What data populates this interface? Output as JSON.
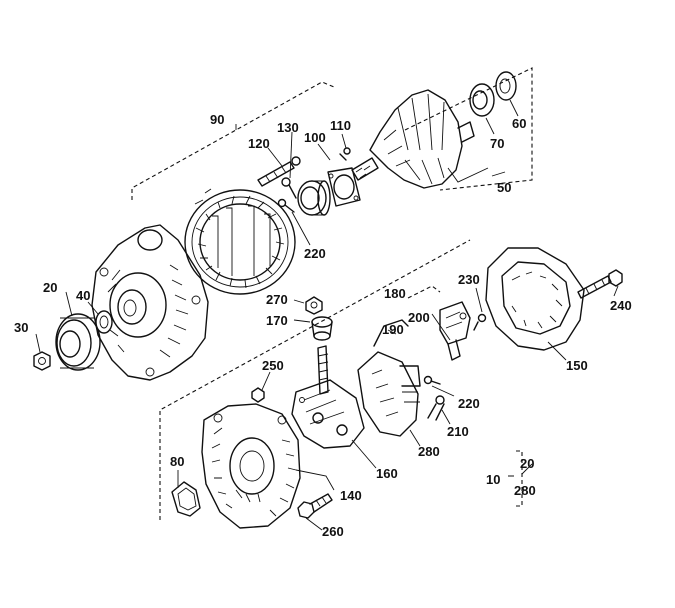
{
  "labels": {
    "l10": "10",
    "l20": "20",
    "l20b": "20",
    "l30": "30",
    "l40": "40",
    "l50": "50",
    "l60": "60",
    "l70": "70",
    "l80": "80",
    "l90": "90",
    "l100": "100",
    "l110": "110",
    "l120": "120",
    "l130": "130",
    "l140": "140",
    "l150": "150",
    "l160": "160",
    "l170": "170",
    "l180": "180",
    "l190": "190",
    "l200": "200",
    "l210": "210",
    "l220": "220",
    "l220b": "220",
    "l230": "230",
    "l240": "240",
    "l250": "250",
    "l260": "260",
    "l270": "270",
    "l280": "280",
    "l280b": "280"
  }
}
